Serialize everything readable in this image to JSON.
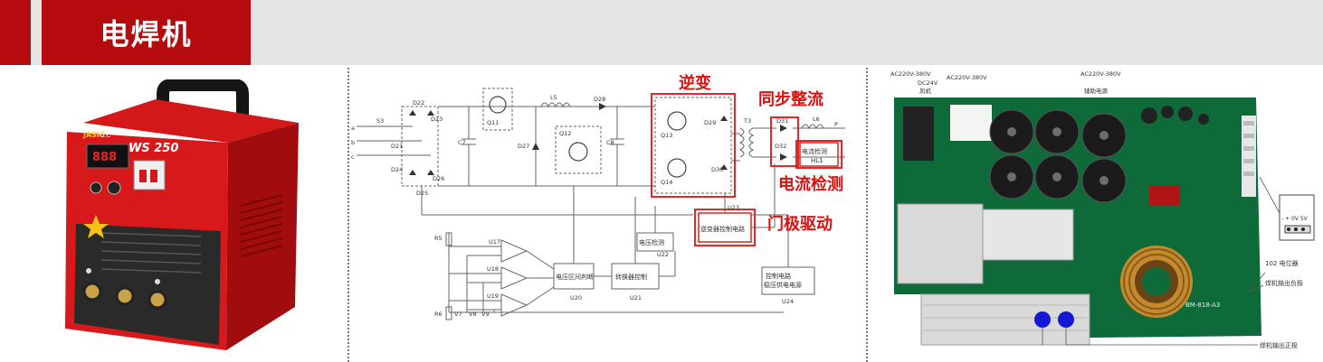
{
  "header": {
    "title": "电焊机"
  },
  "welder": {
    "model": "WS 250",
    "brand": "JASIC",
    "tag": "O.C"
  },
  "circuit": {
    "labels": {
      "inverter": "逆变",
      "sync_rect": "同步整流",
      "current_detect": "电流检测",
      "gate_drive": "门极驱动"
    },
    "boxes": {
      "current_detect_box": "电流检测",
      "hl1": "HL1",
      "inverter_ctrl": "逆变器控制电路",
      "voltage_detect": "电压检测",
      "voltage_zone": "电压区间判断",
      "converter_ctrl": "转换器控制",
      "ctrl_power": "控制电路",
      "ctrl_power2": "稳压供电电源"
    },
    "components": {
      "S3": "S3",
      "D22": "D22",
      "D23": "D23",
      "D24": "D24",
      "D25": "D25",
      "D26": "D26",
      "D21": "D21",
      "C7": "C7",
      "Q11": "Q11",
      "D27": "D27",
      "L5": "L5",
      "D28": "D28",
      "Q12": "Q12",
      "C8": "C8",
      "Q13": "Q13",
      "Q14": "Q14",
      "D29": "D29",
      "D30": "D30",
      "T3": "T3",
      "D31": "D31",
      "D32": "D32",
      "L6": "L6",
      "P": "P",
      "U23": "U23",
      "U22": "U22",
      "U20": "U20",
      "U21": "U21",
      "U24": "U24",
      "U17": "U17",
      "U18": "U18",
      "U19": "U19",
      "R5": "R5",
      "R6": "R6",
      "V7": "V7",
      "V8": "V8",
      "V9": "V9",
      "a": "a",
      "b": "b",
      "c": "c"
    }
  },
  "pcb": {
    "top_labels": {
      "ac1": "AC220V-380V",
      "dc24": "DC24V",
      "fan": "风机",
      "ac2": "AC220V-380V",
      "ac3": "AC220V-380V",
      "aux": "辅助电源"
    },
    "right_labels": {
      "pot": "102 电位器",
      "neg": "焊机输出负极",
      "pos": "焊机输出正极",
      "pot_scale": "- + 0V 5V"
    },
    "board_code": "BM-818-A3"
  }
}
